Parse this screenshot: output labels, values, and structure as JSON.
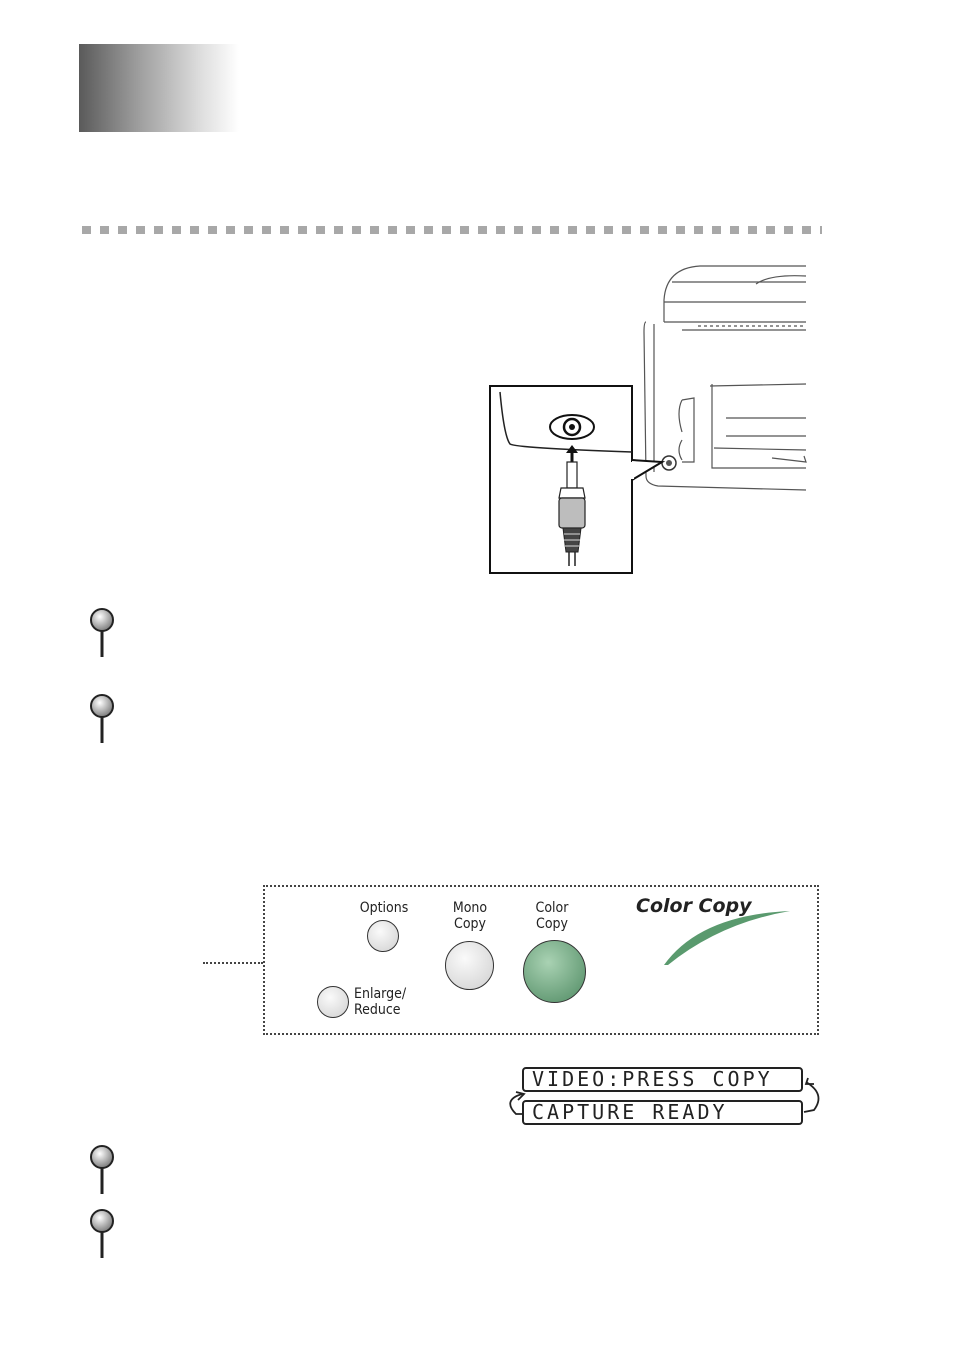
{
  "panel": {
    "options_label": "Options",
    "mono_copy_label": "Mono\nCopy",
    "color_copy_label": "Color\nCopy",
    "enlarge_label": "Enlarge/\nReduce",
    "logo_text": "Color Copy",
    "accent_color": "#5a9a6e"
  },
  "lcd": {
    "line1": "VIDEO:PRESS COPY",
    "line2": "CAPTURE READY"
  },
  "icons": {
    "note": "magnifier-note-icon"
  }
}
